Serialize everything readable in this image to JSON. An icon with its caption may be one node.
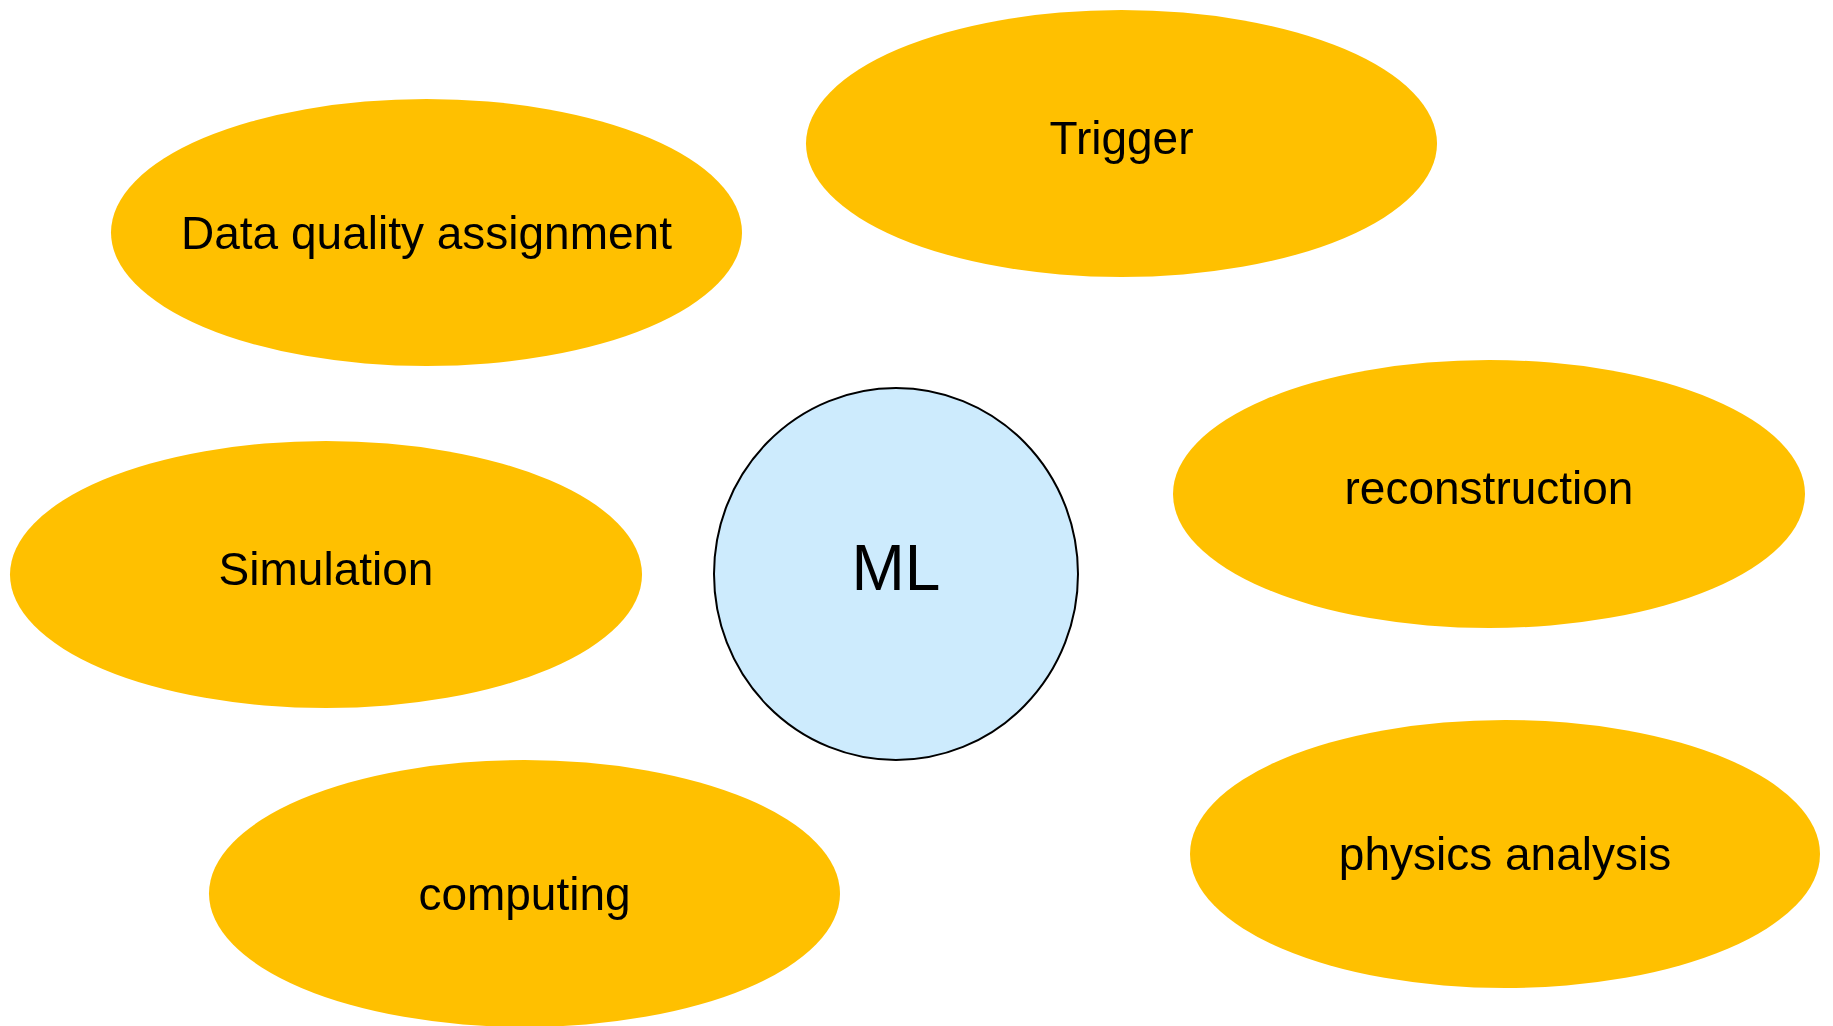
{
  "diagram": {
    "nodes": [
      {
        "text": [
          "Trigger"
        ]
      },
      {
        "text": [
          "Data quality assignment"
        ]
      },
      {
        "text": [
          "reconstruction"
        ]
      },
      {
        "text": [
          "Simulation"
        ]
      },
      {
        "text": [
          "ML"
        ]
      },
      {
        "text": [
          "physics analysis"
        ]
      },
      {
        "text": [
          "computing"
        ]
      }
    ]
  }
}
